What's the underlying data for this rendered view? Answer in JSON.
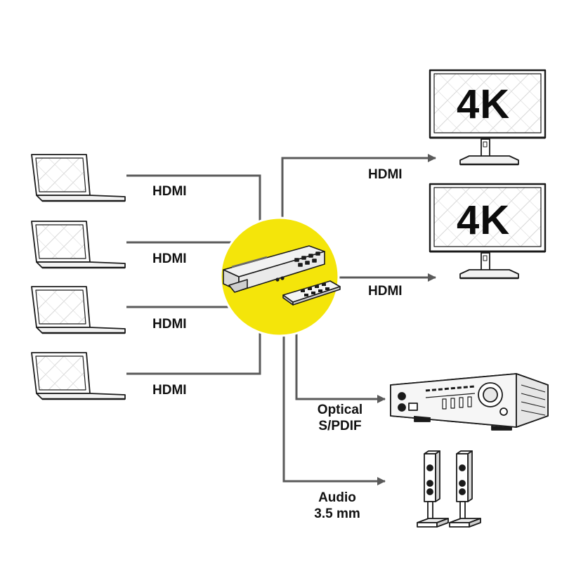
{
  "inputs": [
    {
      "label": "HDMI"
    },
    {
      "label": "HDMI"
    },
    {
      "label": "HDMI"
    },
    {
      "label": "HDMI"
    }
  ],
  "outputs": {
    "monitor_top": {
      "screen_text": "4K",
      "cable_label": "HDMI"
    },
    "monitor_bottom": {
      "screen_text": "4K",
      "cable_label": "HDMI"
    },
    "receiver": {
      "label_line1": "Optical",
      "label_line2": "S/PDIF"
    },
    "speakers": {
      "label_line1": "Audio",
      "label_line2": "3.5 mm"
    }
  },
  "colors": {
    "hub_circle": "#f4e50a",
    "lines": "#5a5a5a",
    "device_outline": "#1a1a1a"
  },
  "icons": {
    "source": "laptop-icon",
    "display": "monitor-icon",
    "hub": "hdmi-matrix-switch-icon",
    "remote": "remote-control-icon",
    "amplifier": "av-receiver-icon",
    "speaker": "speaker-icon"
  }
}
